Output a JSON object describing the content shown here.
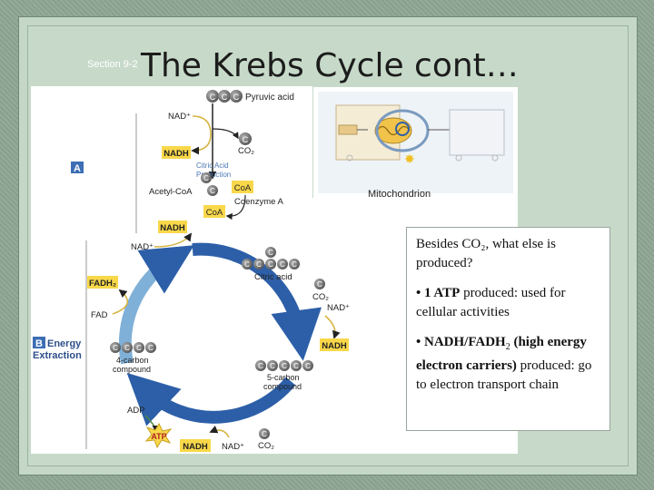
{
  "slide": {
    "section_label": "Section 9-2",
    "title": "The Krebs Cycle cont…"
  },
  "mito": {
    "label": "Mitochondrion"
  },
  "diagram": {
    "pyruvic_acid": "Pyruvic acid",
    "nad_plus": "NAD⁺",
    "nadh": "NADH",
    "co2": "CO₂",
    "section_a_letter": "A",
    "citric_acid_production_1": "Citric Acid",
    "citric_acid_production_2": "Production",
    "acetyl_coa": "Acetyl-CoA",
    "coa": "CoA",
    "coenzyme_a": "Coenzyme A",
    "c": "C",
    "citric_acid": "Citric acid",
    "fadh2": "FADH₂",
    "fad": "FAD",
    "section_b_letter": "B",
    "energy": "Energy",
    "extraction": "Extraction",
    "four_carbon_1": "4-carbon",
    "four_carbon_2": "compound",
    "five_carbon_1": "5-carbon",
    "five_carbon_2": "compound",
    "adp": "ADP",
    "atp": "ATP"
  },
  "text_box": {
    "p1": "Besides CO₂, what else is produced?",
    "p2_bold": "• 1 ATP",
    "p2_rest": " produced: used for cellular activities",
    "p3_bold_a": "• NADH/FADH",
    "p3_sub": "2",
    "p3_bold_b": " (high energy electron carriers)",
    "p3_rest": " produced: go to electron transport chain"
  },
  "colors": {
    "slide_bg": "#8fa694",
    "frame": "#c7dac9",
    "carbon_circle": "#8a8a8a",
    "yellow_box": "#f8d84a",
    "cycle_blue": "#2d5fa8",
    "section_box": "#3c6eb4"
  }
}
